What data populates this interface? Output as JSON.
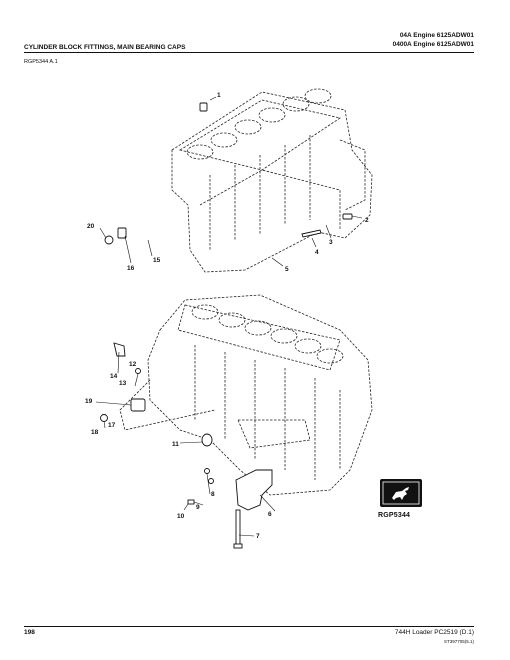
{
  "header": {
    "line1": "04A  Engine  6125ADW01",
    "line2": "0400A  Engine  6125ADW01"
  },
  "section": {
    "title": "CYLINDER BLOCK FITTINGS, MAIN BEARING CAPS",
    "ref": "RGP5344  A.1"
  },
  "callouts": {
    "c1": "1",
    "c2": "2",
    "c3": "3",
    "c4": "4",
    "c5": "5",
    "c6": "6",
    "c7": "7",
    "c8": "8",
    "c9": "9",
    "c10": "10",
    "c11": "11",
    "c12": "12",
    "c13": "13",
    "c14": "14",
    "c15": "15",
    "c16": "16",
    "c17": "17",
    "c18": "18",
    "c19": "19",
    "c20": "20"
  },
  "logo": {
    "brand": "JOHN DEERE",
    "label": "RGP5344"
  },
  "footer": {
    "page_number": "198",
    "document": "744H Loader   PC2519   (D.1)",
    "code": "ST397705(5.1)"
  }
}
